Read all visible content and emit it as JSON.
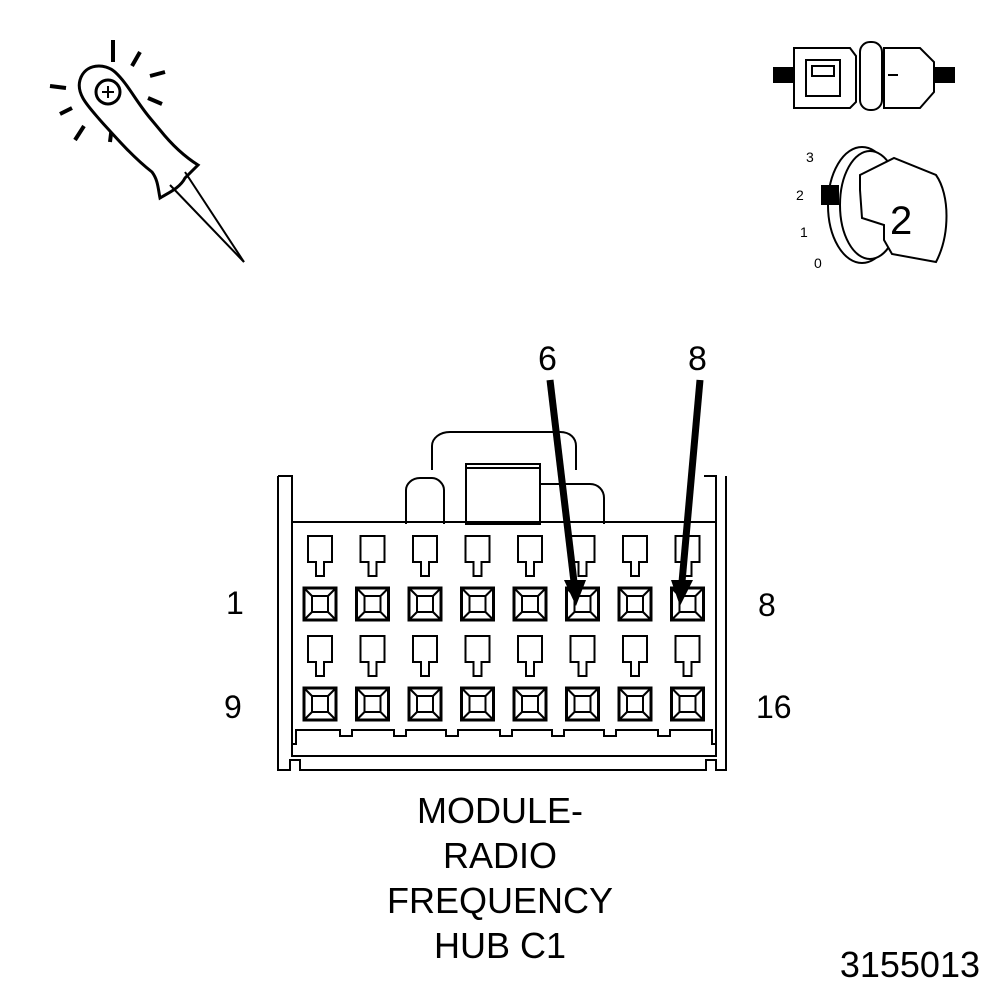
{
  "diagram": {
    "figure_number": "3155013",
    "caption_lines": [
      "MODULE-",
      "RADIO",
      "FREQUENCY",
      "HUB C1"
    ],
    "probe_tool": {
      "icon": "test-probe-icon"
    },
    "connector_icon": {
      "icon": "harness-connector-icon"
    },
    "ignition_switch": {
      "icon": "ignition-key-icon",
      "positions": [
        "3",
        "2",
        "1",
        "0"
      ],
      "key_label": "2"
    },
    "connector": {
      "pin_labels": {
        "top_left": "1",
        "top_right": "8",
        "bottom_left": "9",
        "bottom_right": "16"
      },
      "callouts": [
        "6",
        "8"
      ],
      "rows": 2,
      "cols": 8
    }
  }
}
